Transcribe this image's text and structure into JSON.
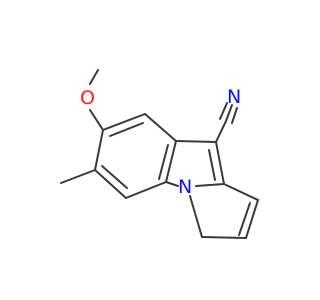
{
  "molecule": {
    "atoms": {
      "oxygen": {
        "symbol": "O",
        "color": "#ff1f1f"
      },
      "nitrogen_ring": {
        "symbol": "N",
        "color": "#1010ff"
      },
      "nitrogen_nitrile": {
        "symbol": "N",
        "color": "#1010ff"
      }
    },
    "bond_color": "#3a3a3a"
  }
}
